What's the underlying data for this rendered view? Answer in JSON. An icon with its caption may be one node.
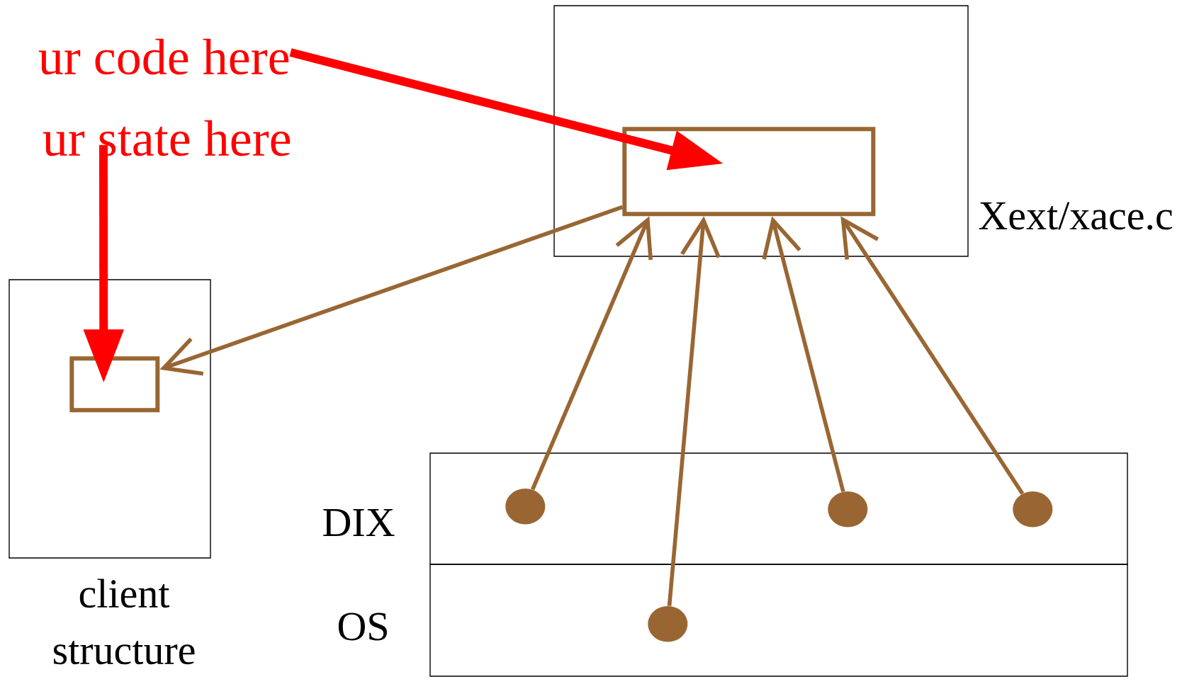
{
  "diagram": {
    "nodes": [
      {
        "text": [
          "ur code here"
        ]
      },
      {
        "text": [
          "ur state here"
        ]
      },
      {
        "text": [],
        "shape": "box",
        "beside": [
          "Xext/xace.c"
        ]
      },
      {
        "text": [],
        "shape": "box",
        "in": 2
      },
      {
        "text": [],
        "shape": "box",
        "beside": [
          "client structure"
        ]
      },
      {
        "text": [],
        "shape": "box",
        "in": 4
      },
      {
        "text": [],
        "shape": "box",
        "beside": [
          "DIX"
        ]
      },
      {
        "text": [],
        "shape": "box",
        "beside": [
          "OS"
        ]
      },
      {
        "text": [],
        "shape": "circle",
        "in": 6
      },
      {
        "text": [],
        "shape": "circle",
        "in": 7
      },
      {
        "text": [],
        "shape": "circle",
        "in": 6
      },
      {
        "text": [],
        "shape": "circle",
        "in": 6
      }
    ],
    "edges": [
      {
        "from": 0,
        "to": 3,
        "arrow": "to",
        "style": "thick",
        "color": "#ff0000"
      },
      {
        "from": 1,
        "to": 5,
        "arrow": "to",
        "style": "thick",
        "color": "#ff0000"
      },
      {
        "from": 3,
        "to": 5,
        "arrow": "to"
      },
      {
        "from": 8,
        "to": 3,
        "arrow": "to"
      },
      {
        "from": 9,
        "to": 3,
        "arrow": "to"
      },
      {
        "from": 10,
        "to": 3,
        "arrow": "to"
      },
      {
        "from": 11,
        "to": 3,
        "arrow": "to"
      }
    ]
  }
}
